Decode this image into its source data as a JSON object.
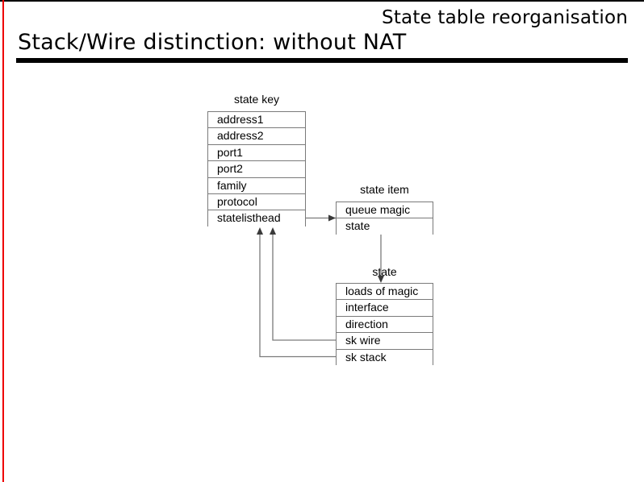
{
  "slide": {
    "running_head": "State table reorganisation",
    "title": "Stack/Wire distinction: without NAT",
    "accent_left_rule_color": "#ee0000",
    "rule_color": "#000000"
  },
  "diagram": {
    "type": "struct-pointer-diagram",
    "line_color": "#7a7a7a",
    "structs": [
      {
        "name": "state-key",
        "label": "state key",
        "fields": [
          "address1",
          "address2",
          "port1",
          "port2",
          "family",
          "protocol",
          "statelisthead"
        ]
      },
      {
        "name": "state-item",
        "label": "state item",
        "fields": [
          "queue magic",
          "state"
        ]
      },
      {
        "name": "state",
        "label": "state",
        "fields": [
          "loads of magic",
          "interface",
          "direction",
          "sk wire",
          "sk stack"
        ]
      }
    ],
    "connections": [
      {
        "name": "statelisthead-to-state-item",
        "from": "state key.statelisthead",
        "to": "state item",
        "direction": "right"
      },
      {
        "name": "state-item-to-state",
        "from": "state item.state",
        "to": "state",
        "direction": "down"
      },
      {
        "name": "sk-wire-to-state-key",
        "from": "state.sk wire",
        "to": "state key",
        "direction": "up-left"
      },
      {
        "name": "sk-stack-to-state-key",
        "from": "state.sk stack",
        "to": "state key",
        "direction": "up-left"
      }
    ]
  }
}
